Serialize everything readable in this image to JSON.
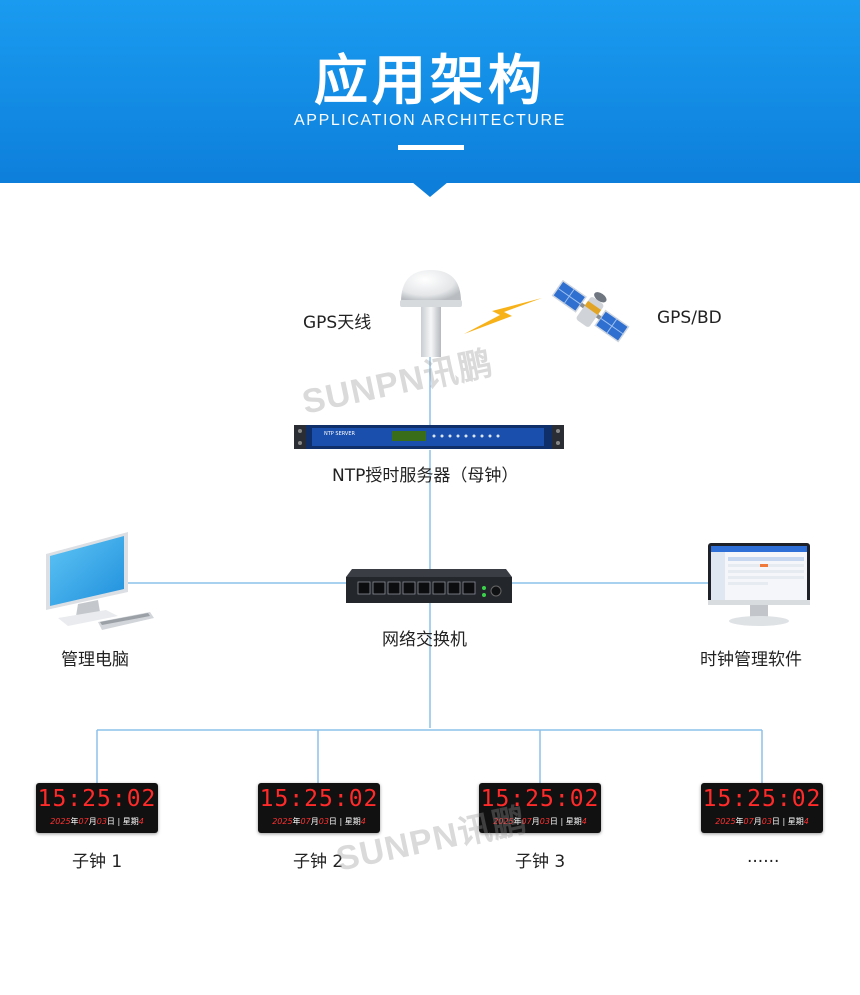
{
  "banner": {
    "title": "应用架构",
    "subtitle": "APPLICATION ARCHITECTURE"
  },
  "nodes": {
    "gps_antenna": "GPS天线",
    "gps_bd": "GPS/BD",
    "ntp_server": "NTP授时服务器（母钟）",
    "switch": "网络交换机",
    "pc": "管理电脑",
    "software": "时钟管理软件"
  },
  "watermark": "SUNPN讯鹏",
  "clocks": [
    {
      "label": "子钟 1",
      "time": "15:25:02",
      "year": "2025",
      "month": "07",
      "day": "03",
      "weekday": "4"
    },
    {
      "label": "子钟 2",
      "time": "15:25:02",
      "year": "2025",
      "month": "07",
      "day": "03",
      "weekday": "4"
    },
    {
      "label": "子钟 3",
      "time": "15:25:02",
      "year": "2025",
      "month": "07",
      "day": "03",
      "weekday": "4"
    },
    {
      "label": "......",
      "time": "15:25:02",
      "year": "2025",
      "month": "07",
      "day": "03",
      "weekday": "4"
    }
  ],
  "clock_text": {
    "year_unit": "年",
    "month_unit": "月",
    "day_unit": "日",
    "separator": "|",
    "weekday_prefix": "星期"
  },
  "server_panel_text": "NTP SERVER",
  "colors": {
    "banner": "#1590ea",
    "lines": "#7fb8e6",
    "digits": "#ff2a2a"
  }
}
